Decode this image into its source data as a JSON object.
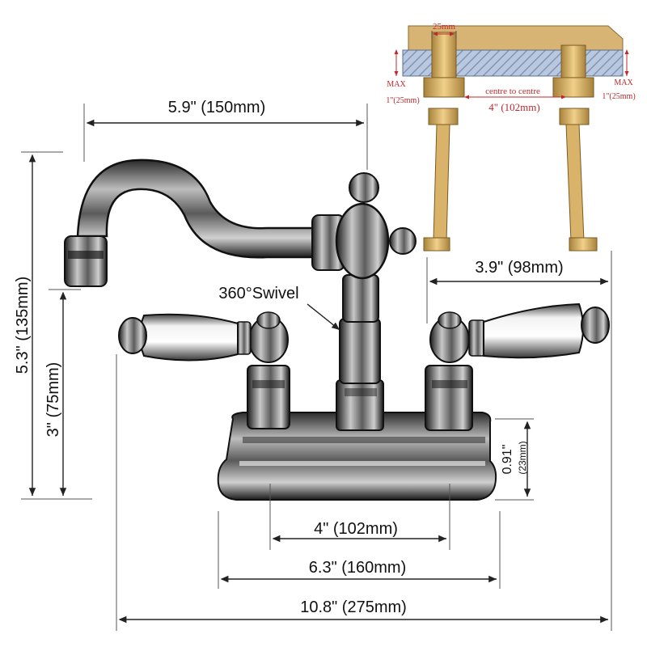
{
  "dimensions": {
    "spout_reach": "5.9\" (150mm)",
    "total_height": "5.3\" (135mm)",
    "spout_height": "3\" (75mm)",
    "swivel": "360°Swivel",
    "shank_length": "3.9\" (98mm)",
    "base_height_in": "0.91\"",
    "base_height_mm": "(23mm)",
    "centers": "4\" (102mm)",
    "base_width": "6.3\" (160mm)",
    "overall_width": "10.8\" (275mm)"
  },
  "install_diagram": {
    "nut_size": "25mm",
    "max_left_title": "MAX",
    "max_left_value": "1\"(25mm)",
    "max_right_title": "MAX",
    "max_right_value": "1\"(25mm)",
    "centre_label": "centre to centre",
    "centre_value": "4\" (102mm)"
  },
  "colors": {
    "metal_dark": "#141414",
    "metal_mid": "#6e6e6e",
    "metal_light": "#d8d8d8",
    "brass": "#d9b36a",
    "brass_dark": "#a8823c",
    "counter_top": "#d8b474",
    "counter_blue": "#9fb6d6",
    "annotation_red": "#c0282c"
  }
}
